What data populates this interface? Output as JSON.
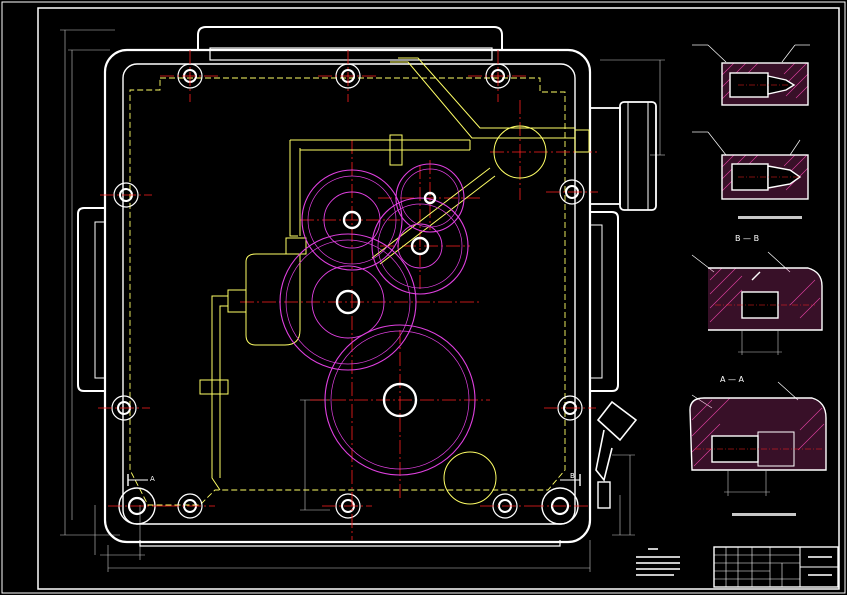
{
  "drawing": {
    "background": "#000000",
    "colors": {
      "frame": "#ffffff",
      "outline": "#ffffff",
      "hidden": "#ffff66",
      "center": "#ff2020",
      "gear": "#e040e0",
      "hatch": "#e040a0",
      "dim": "#c8c8c8"
    },
    "section_labels": {
      "bb": "B — B",
      "aa": "A — A"
    },
    "view_markers": {
      "left_a": "A",
      "right_b": "B"
    }
  }
}
